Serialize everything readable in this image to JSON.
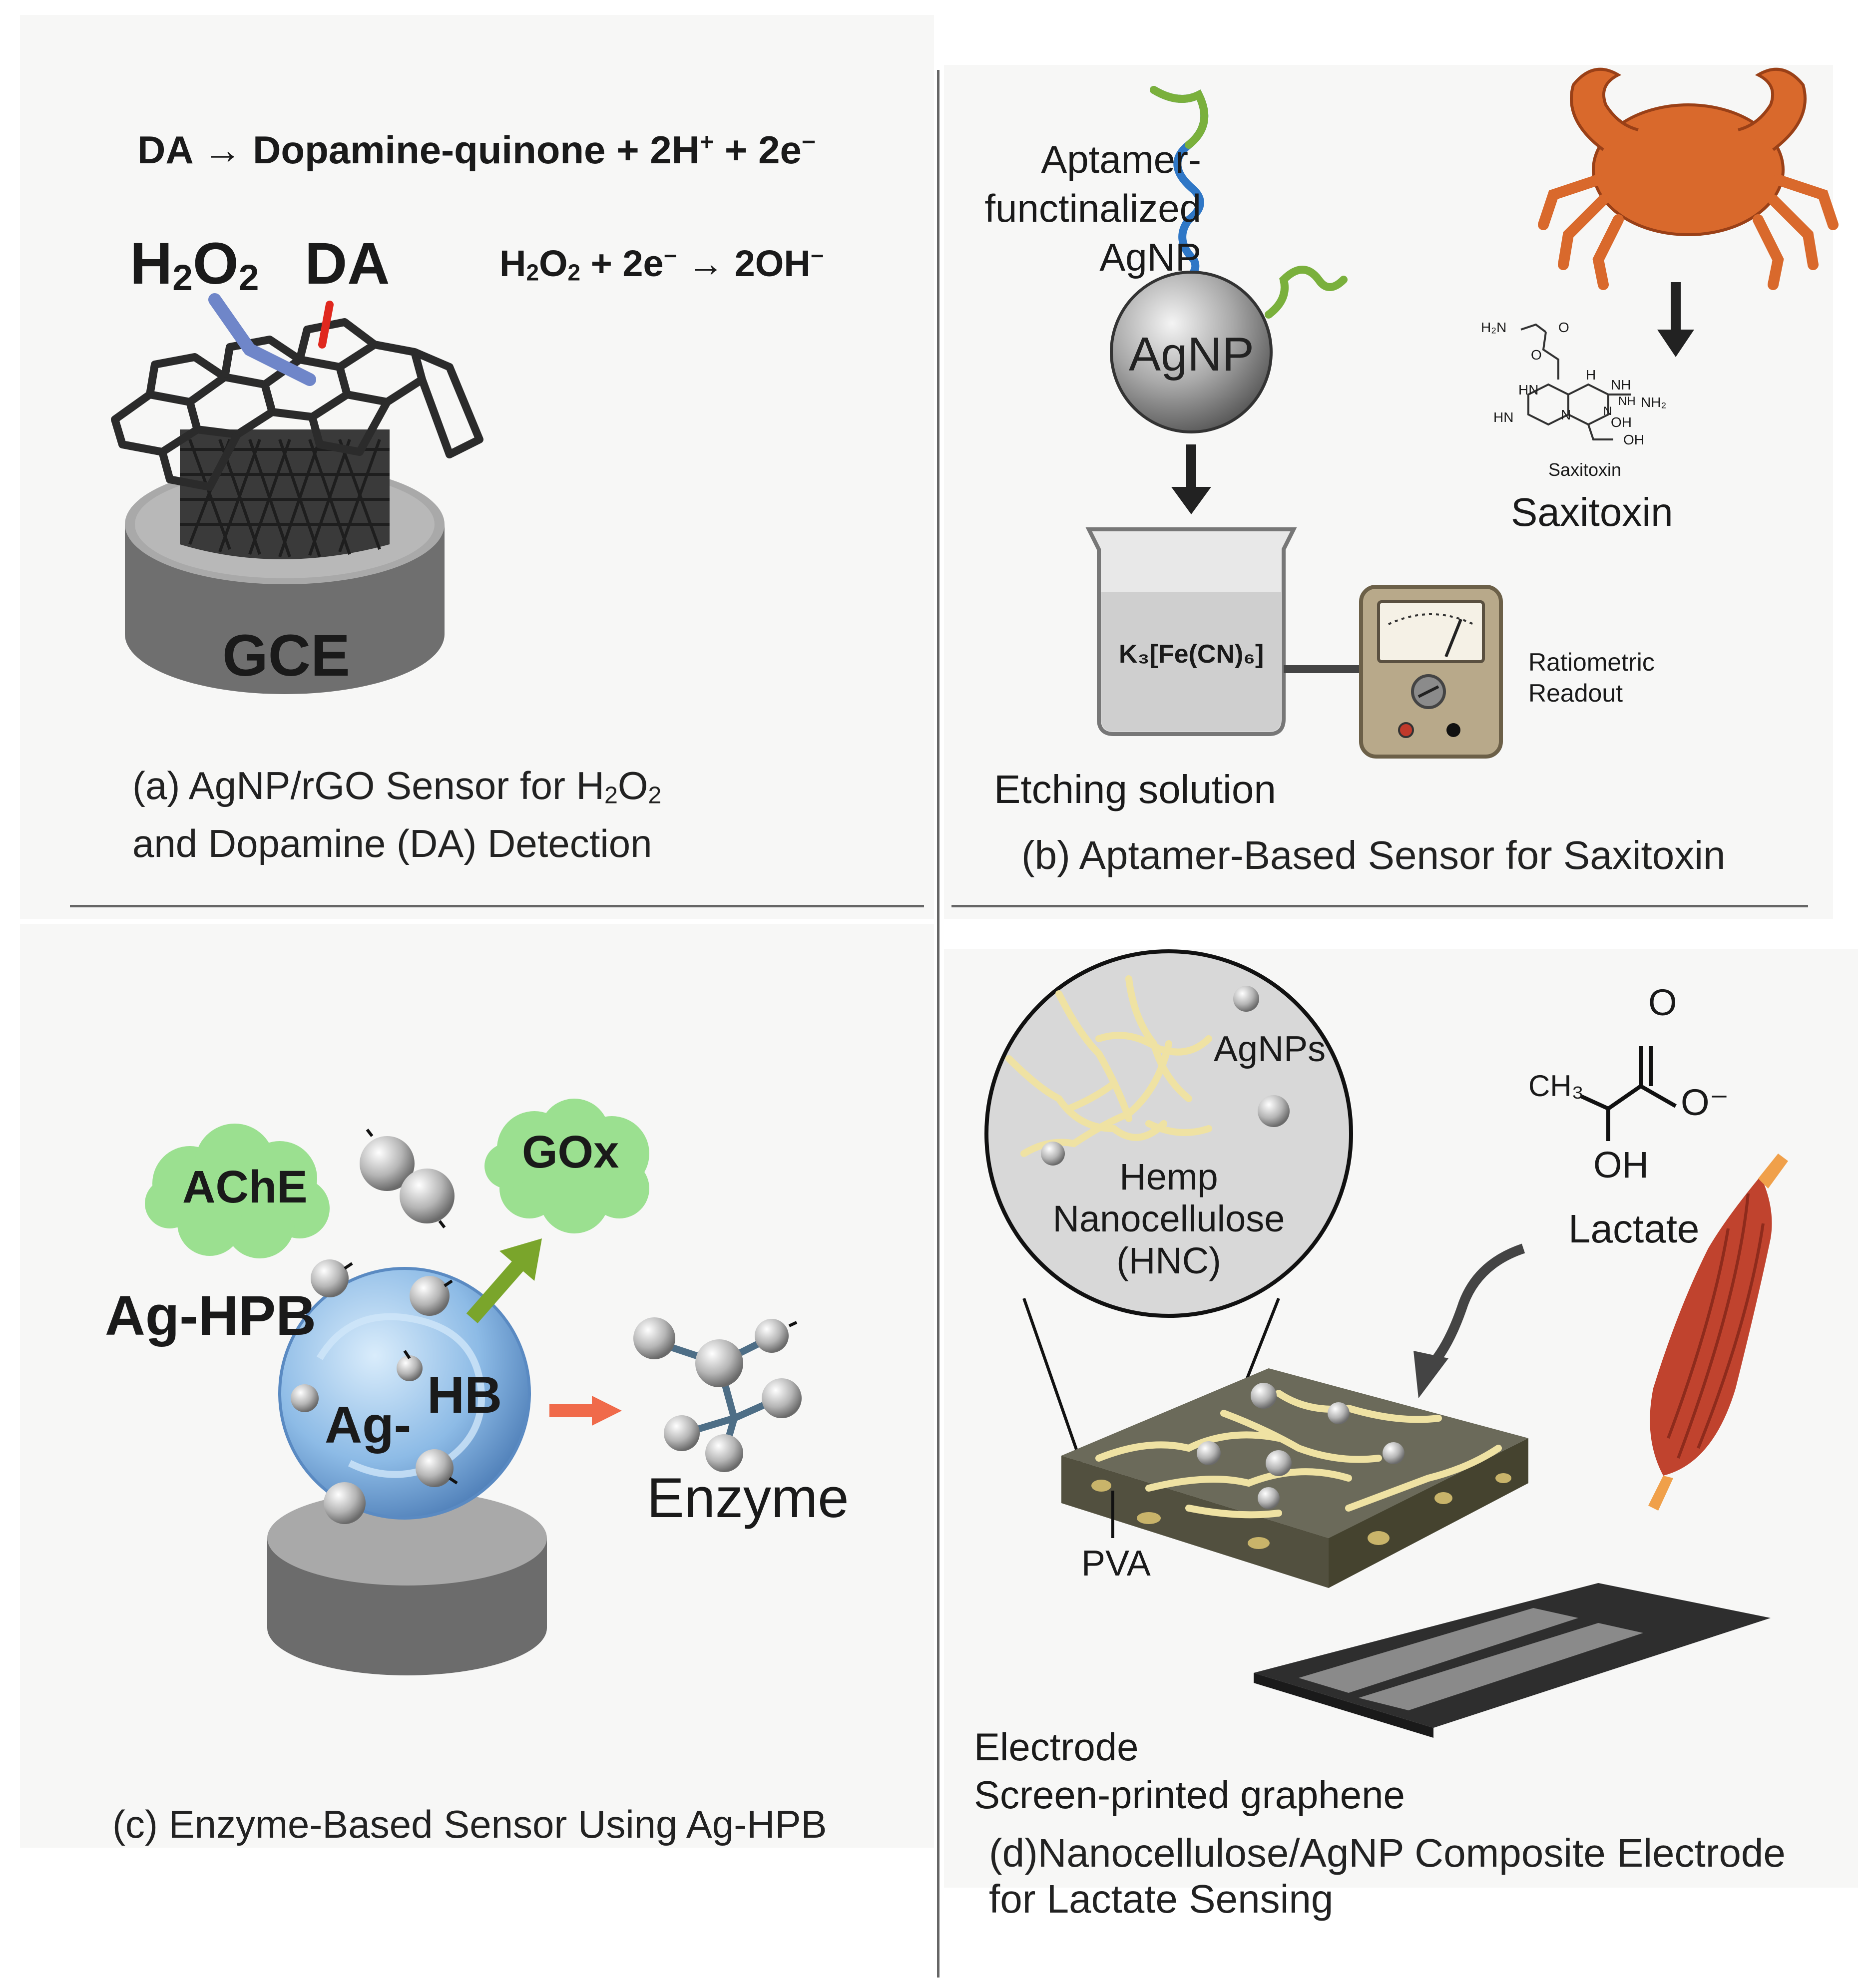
{
  "panel_a": {
    "equation_top": {
      "lhs": "DA → Dopamine-quinone + 2H",
      "plus1": "+",
      "mid": " + 2e",
      "minus1": "−"
    },
    "equation_right": {
      "h": "H",
      "sub1": "2",
      "o": "O",
      "sub2": "2",
      "mid": " + 2e",
      "minus1": "−",
      "arrow": " → 2OH",
      "minus2": "−"
    },
    "h2o2_label": {
      "h": "H",
      "sub1": "2",
      "o": "O",
      "sub2": "2"
    },
    "da_label": "DA",
    "electrode_label": "GCE",
    "caption": {
      "line1_pre": "(a) AgNP/rGO Sensor for H",
      "sub1": "2",
      "o": "O",
      "sub2": "2",
      "line2": "and Dopamine (DA) Detection"
    }
  },
  "panel_b": {
    "aptamer_label": [
      "Aptamer-",
      "functinalized",
      "AgNP"
    ],
    "agnp_label": "AgNP",
    "beaker_label": "K₃[Fe(CN)₆]",
    "etching_label": "Etching solution",
    "readout_label": [
      "Ratiometric",
      "Readout"
    ],
    "saxitoxin_small": "Saxitoxin",
    "saxitoxin_label": "Saxitoxin",
    "structure_atoms": [
      "H₂N",
      "O",
      "O",
      "HN",
      "H",
      "NH",
      "NH₂",
      "HN",
      "N",
      "OH",
      "OH",
      "NH",
      "N"
    ],
    "caption": "(b) Aptamer-Based Sensor for Saxitoxin"
  },
  "panel_c": {
    "ache_label": "AChE",
    "gox_label": "GOx",
    "aghpb_label": "Ag-HPB",
    "ag_label": "Ag-",
    "hb_label": "HB",
    "enzyme_label": "Enzyme",
    "caption": "(c) Enzyme-Based Sensor Using Ag-HPB"
  },
  "panel_d": {
    "agnps_label": "AgNPs",
    "hnc_label": [
      "Hemp",
      "Nanocellulose",
      "(HNC)"
    ],
    "ch3_label": "CH₃",
    "o_label": "O",
    "o_minus_label": "O⁻",
    "oh_label": "OH",
    "lactate_label": "Lactate",
    "pva_label": "PVA",
    "electrode_label": [
      "Electrode",
      "Screen-printed graphene"
    ],
    "caption": [
      "(d)Nanocellulose/AgNP Composite Electrode",
      "for Lactate Sensing"
    ]
  },
  "colors": {
    "panel_bg": "#f7f7f6",
    "divider": "#666666",
    "electrode_gray": "#7a7a7a",
    "rgo_dark": "#2b2b2b",
    "h2o2_blue": "#6f86c9",
    "da_red": "#e0281e",
    "cloud_green": "#9be090",
    "sphere_blue": "#9ec9ee",
    "arrow_green": "#7aa52b",
    "arrow_orange": "#f06a4a",
    "crab_orange": "#d9692c",
    "muscle_red": "#c0432e",
    "tendon_orange": "#f0a04a",
    "fiber_yellow": "#efe2a3"
  }
}
